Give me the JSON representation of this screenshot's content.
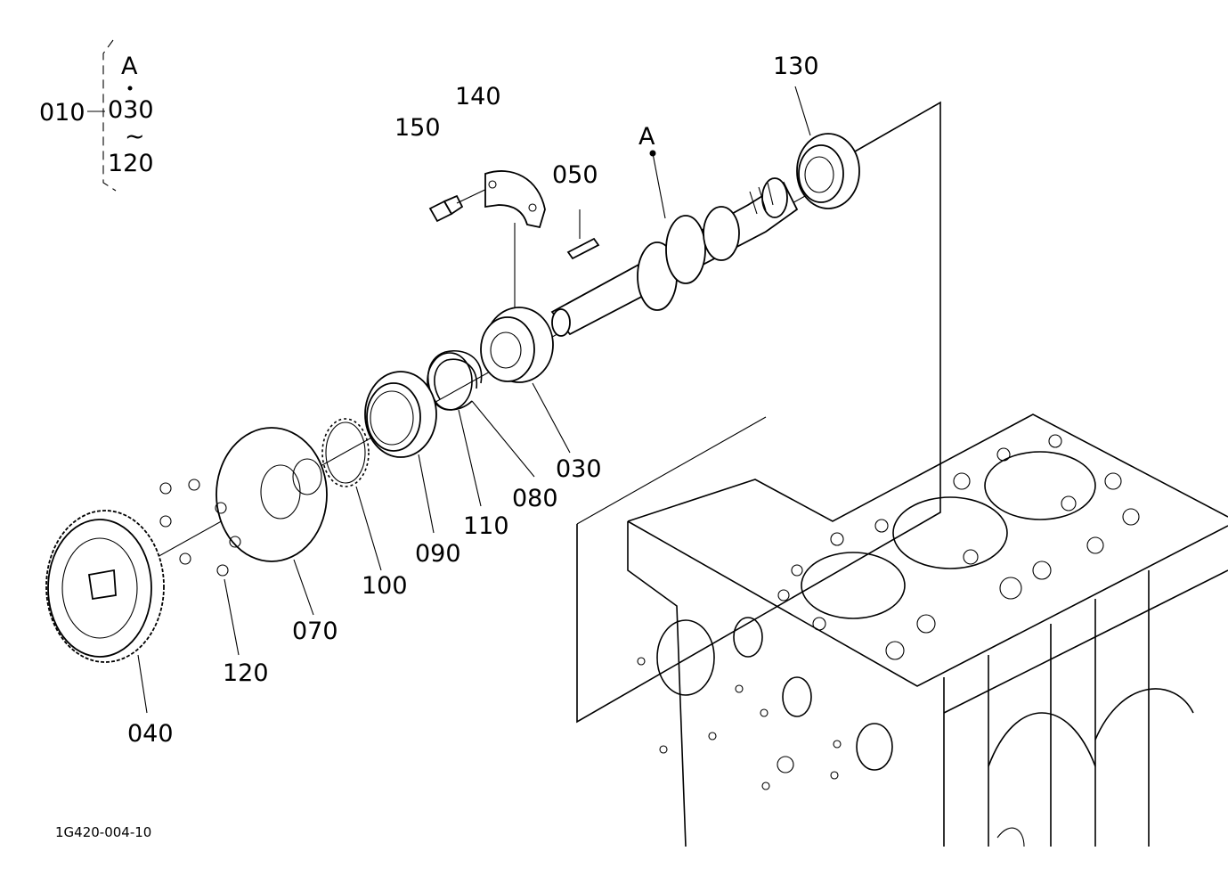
{
  "group": {
    "parent": "010",
    "ref": "A",
    "from": "030",
    "tilde": "~",
    "to": "120"
  },
  "callouts": {
    "p030": "030",
    "p040": "040",
    "p050": "050",
    "p070": "070",
    "p080": "080",
    "p090": "090",
    "p100": "100",
    "p110": "110",
    "p120": "120",
    "p130": "130",
    "p140": "140",
    "p150": "150",
    "pointA": "A"
  },
  "diagram_code": "1G420-004-10"
}
